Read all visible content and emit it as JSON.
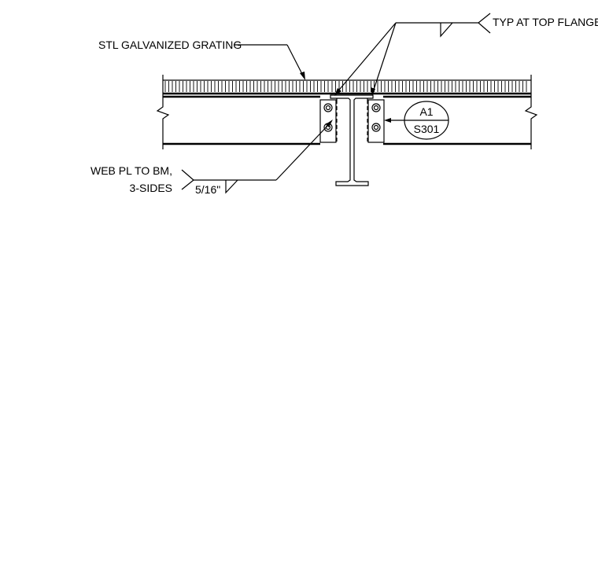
{
  "labels": {
    "grating": "STL GALVANIZED GRATING",
    "typ_top_flange": "TYP AT TOP FLANGE",
    "web_pl_line1": "WEB PL TO BM,",
    "web_pl_line2": "3-SIDES",
    "weld_size": "5/16\""
  },
  "section_callout": {
    "detail": "A1",
    "sheet": "S301"
  }
}
